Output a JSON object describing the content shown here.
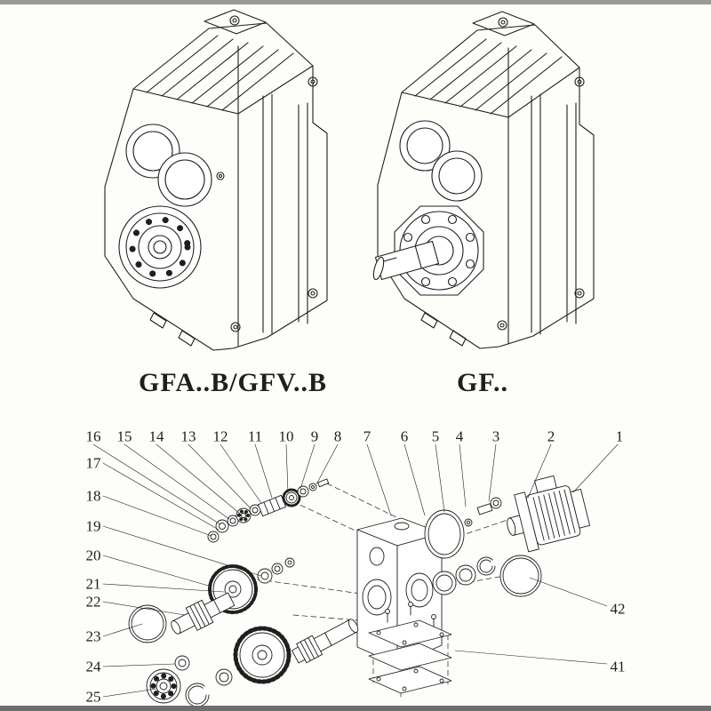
{
  "colors": {
    "ink": "#1f1f1f",
    "background": "#fdfdfa"
  },
  "models": {
    "left_label": "GFA..B/GFV..B",
    "right_label": "GF.."
  },
  "exploded": {
    "top_callouts": [
      "16",
      "15",
      "14",
      "13",
      "12",
      "11",
      "10",
      "9",
      "8",
      "7",
      "6",
      "5",
      "4",
      "3",
      "2",
      "1"
    ],
    "left_callouts": [
      "17",
      "18",
      "19",
      "20",
      "21",
      "22",
      "23",
      "24",
      "25"
    ],
    "right_callouts": [
      "42",
      "41"
    ]
  }
}
